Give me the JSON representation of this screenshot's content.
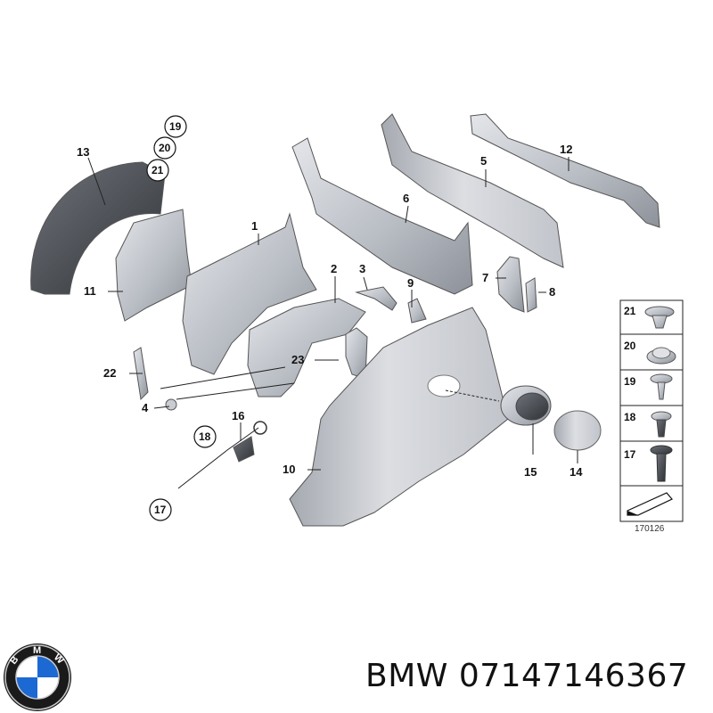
{
  "brand": {
    "name": "BMW",
    "part_number": "07147146367",
    "logo_letters": "BMW",
    "logo_colors": {
      "ring": "#1a1a1a",
      "blue": "#1c69d4",
      "white": "#ffffff",
      "silver": "#c9c9c9"
    }
  },
  "diagram": {
    "reference_number": "170126",
    "labels": [
      {
        "id": "1",
        "text": "1"
      },
      {
        "id": "2",
        "text": "2"
      },
      {
        "id": "3",
        "text": "3"
      },
      {
        "id": "4",
        "text": "4"
      },
      {
        "id": "5",
        "text": "5"
      },
      {
        "id": "6",
        "text": "6"
      },
      {
        "id": "7",
        "text": "7"
      },
      {
        "id": "8",
        "text": "8"
      },
      {
        "id": "9",
        "text": "9"
      },
      {
        "id": "10",
        "text": "10"
      },
      {
        "id": "11",
        "text": "11"
      },
      {
        "id": "12",
        "text": "12"
      },
      {
        "id": "13",
        "text": "13"
      },
      {
        "id": "14",
        "text": "14"
      },
      {
        "id": "15",
        "text": "15"
      },
      {
        "id": "16",
        "text": "16"
      },
      {
        "id": "22",
        "text": "22"
      },
      {
        "id": "23",
        "text": "23"
      }
    ],
    "circled_labels": [
      {
        "id": "19",
        "text": "19"
      },
      {
        "id": "20",
        "text": "20"
      },
      {
        "id": "21",
        "text": "21"
      },
      {
        "id": "18",
        "text": "18"
      },
      {
        "id": "17",
        "text": "17"
      }
    ],
    "legend": [
      {
        "id": "21",
        "text": "21"
      },
      {
        "id": "20",
        "text": "20"
      },
      {
        "id": "19",
        "text": "19"
      },
      {
        "id": "18",
        "text": "18"
      },
      {
        "id": "17",
        "text": "17"
      }
    ]
  }
}
